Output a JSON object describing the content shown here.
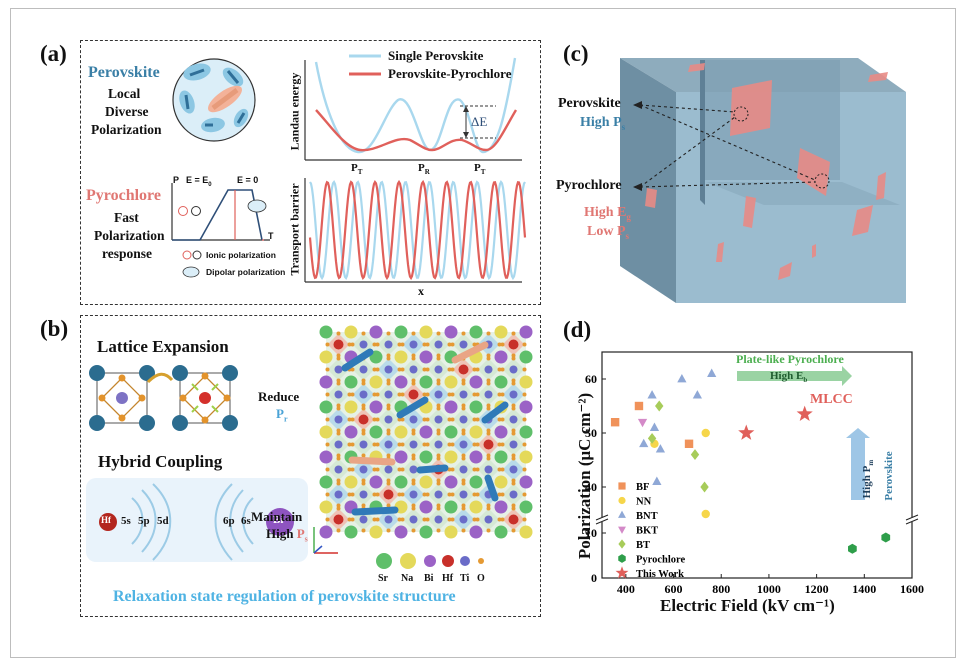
{
  "panel_a": {
    "label": "(a)",
    "perovskite_title": "Perovskite",
    "perovskite_desc": [
      "Local",
      "Diverse",
      "Polarization"
    ],
    "pyrochlore_title": "Pyrochlore",
    "pyrochlore_desc": [
      "Fast",
      "Polarization",
      "response"
    ],
    "mini_axis_p": "P",
    "mini_axis_t": "T",
    "mini_e_e0": "E = E",
    "mini_e_sub": "0",
    "mini_e_zero": "E = 0",
    "ionic_label": "Ionic polarization",
    "dipolar_label": "Dipolar polarization",
    "energy_legend": [
      "Single Perovskite",
      "Perovskite-Pyrochlore"
    ],
    "energy_ylabel": "Landau energy",
    "delta_e": "ΔE",
    "tick_pt": "P",
    "tick_pt_sub": "T",
    "tick_pr": "P",
    "tick_pr_sub": "R",
    "transport_ylabel": "Transport barrier",
    "transport_xlabel": "x",
    "colors": {
      "single": "#a9d8ee",
      "hybrid": "#e0605b",
      "blue": "#3a7fa6",
      "red": "#e07773"
    }
  },
  "panel_b": {
    "label": "(b)",
    "lattice_title": "Lattice Expansion",
    "hybrid_title": "Hybrid Coupling",
    "reduce": "Reduce",
    "pr": "P",
    "pr_sub": "r",
    "maintain": "Maintain",
    "high": "High",
    "ps": "P",
    "ps_sub": "s",
    "orbitals": [
      "Hf",
      "5s",
      "5p",
      "5d",
      "6p",
      "6s",
      "Bi"
    ],
    "elements": [
      "Sr",
      "Na",
      "Bi",
      "Hf",
      "Ti",
      "O"
    ],
    "footer": "Relaxation state regulation of perovskite structure"
  },
  "panel_c": {
    "label": "(c)",
    "perovskite": "Perovskite",
    "high_ps": "High P",
    "ps_sub": "s",
    "pyrochlore": "Pyrochlore",
    "high_eg": "High E",
    "eg_sub": "g",
    "low_ps": "Low P",
    "low_sub": "s"
  },
  "panel_d": {
    "label": "(d)",
    "chart_data": {
      "type": "scatter",
      "xlabel": "Electric Field (kV cm⁻¹)",
      "ylabel": "Polarization (μC cm⁻²)",
      "xlim": [
        300,
        1600
      ],
      "x_ticks": [
        "400",
        "600",
        "800",
        "1000",
        "1200",
        "1400",
        "1600"
      ],
      "y_ticks_upper": [
        "40",
        "50",
        "60"
      ],
      "y_ticks_lower": [
        "0",
        "10"
      ],
      "y_break": [
        10,
        35
      ],
      "series": [
        {
          "name": "BF",
          "marker": "square",
          "color": "#f0925a",
          "points": [
            [
              355,
              52
            ],
            [
              455,
              55
            ],
            [
              665,
              48
            ]
          ]
        },
        {
          "name": "NN",
          "marker": "circle",
          "color": "#f6d64a",
          "points": [
            [
              520,
              48
            ],
            [
              735,
              50
            ],
            [
              735,
              35
            ]
          ]
        },
        {
          "name": "BNT",
          "marker": "triangle",
          "color": "#8fa8d6",
          "points": [
            [
              475,
              48
            ],
            [
              510,
              57
            ],
            [
              520,
              51
            ],
            [
              530,
              41
            ],
            [
              545,
              47
            ],
            [
              635,
              60
            ],
            [
              700,
              57
            ],
            [
              760,
              61
            ]
          ]
        },
        {
          "name": "BKT",
          "marker": "triangle-down",
          "color": "#d48ac8",
          "points": [
            [
              470,
              52
            ]
          ]
        },
        {
          "name": "BT",
          "marker": "diamond",
          "color": "#a7cc5a",
          "points": [
            [
              540,
              55
            ],
            [
              510,
              49
            ],
            [
              690,
              46
            ],
            [
              730,
              40
            ]
          ]
        },
        {
          "name": "Pyrochlore",
          "marker": "hexagon",
          "color": "#2e9e4a",
          "points": [
            [
              1350,
              6.5
            ],
            [
              1490,
              9
            ]
          ]
        },
        {
          "name": "This Work",
          "marker": "star",
          "color": "#e0605b",
          "points": [
            [
              905,
              50
            ],
            [
              1150,
              53.5
            ]
          ]
        }
      ],
      "annotations": [
        "Plate-like Pyrochlore",
        "High E",
        "MLCC",
        "High P",
        "Perovskite"
      ]
    },
    "sub_b": "b",
    "sub_m": "m"
  }
}
